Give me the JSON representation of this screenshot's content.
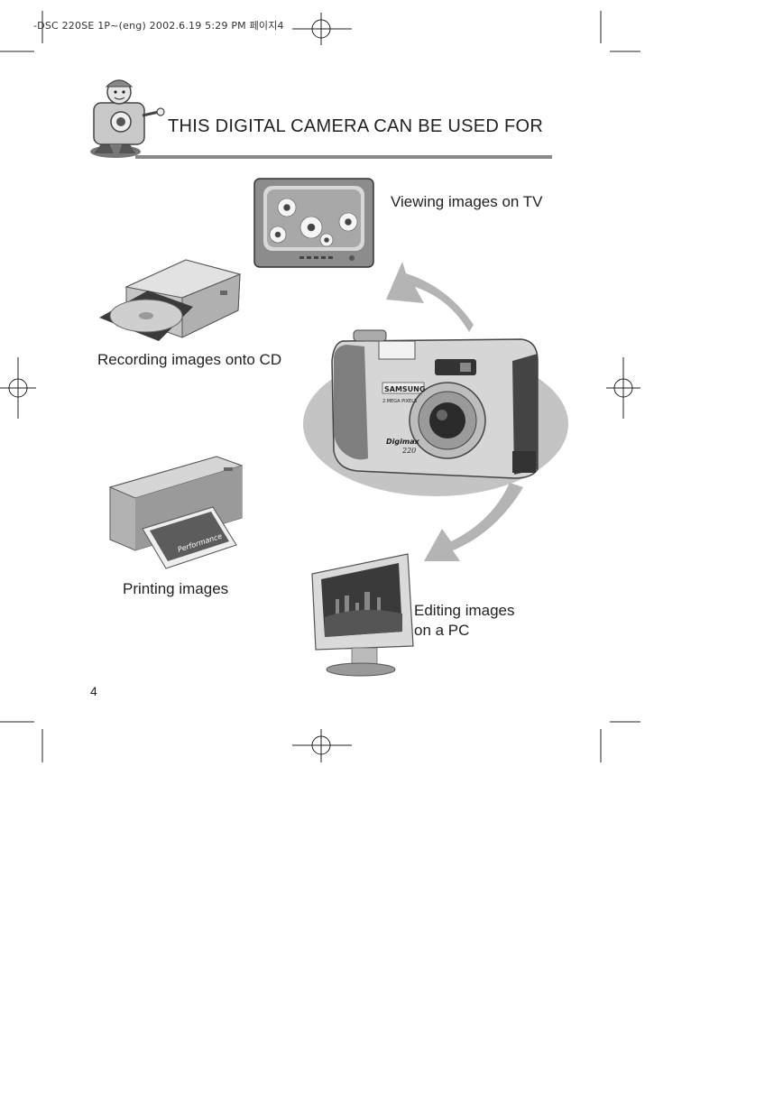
{
  "print_header": "-DSC 220SE 1P~(eng)  2002.6.19 5:29 PM 페이지4",
  "title": "THIS DIGITAL CAMERA CAN BE USED FOR",
  "labels": {
    "tv": "Viewing images on TV",
    "cd": "Recording images onto CD",
    "printing": "Printing images",
    "editing_line1": "Editing images",
    "editing_line2": "on a PC"
  },
  "camera": {
    "brand": "SAMSUNG",
    "pixels": "2.MEGA PIXELS",
    "model": "Digimax",
    "model_number": "220"
  },
  "paper_text": "Performance",
  "page_number": "4",
  "colors": {
    "title_rule": "#8a8a8a",
    "ring": "#c4c4c4",
    "arrow": "#b4b4b4"
  }
}
